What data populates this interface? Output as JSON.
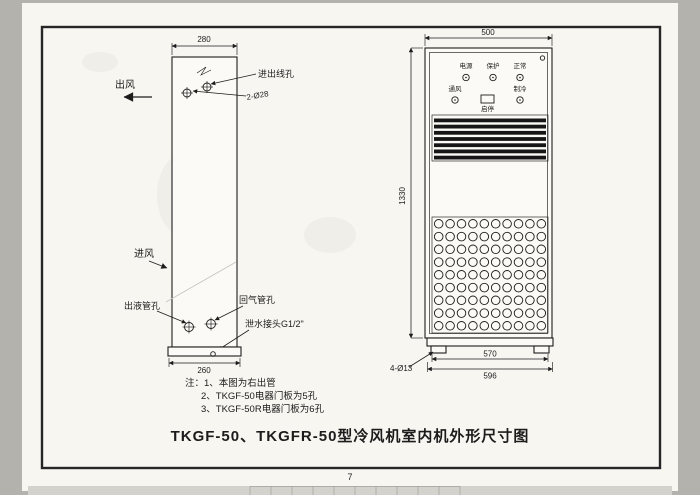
{
  "title": "TKGF-50、TKGFR-50型冷风机室内机外形尺寸图",
  "page_number": "7",
  "colors": {
    "paper": "#f7f6f1",
    "ink": "#1c1c1c"
  },
  "left_view": {
    "dims": {
      "top_width": "280",
      "bottom_width": "260"
    },
    "labels": {
      "air_out": "出风",
      "air_in": "进风",
      "wire_hole": "进出线孔",
      "wire_hole_spec": "2-Ø28",
      "liquid_out_hole": "出液管孔",
      "gas_return_hole": "回气管孔",
      "drain_fitting": "泄水接头G1/2\""
    }
  },
  "front_view": {
    "dims": {
      "top_width": "500",
      "height": "1330",
      "base_inner": "570",
      "base_outer": "596",
      "base_holes": "4-Ø13"
    },
    "panel": {
      "power": "电源",
      "protect": "保护",
      "normal": "正常",
      "vent": "通风",
      "cool": "制冷",
      "start_stop": "启停"
    }
  },
  "notes": [
    "注：1、本图为右出管",
    "2、TKGF-50电器门板为5孔",
    "3、TKGF-50R电器门板为6孔"
  ]
}
